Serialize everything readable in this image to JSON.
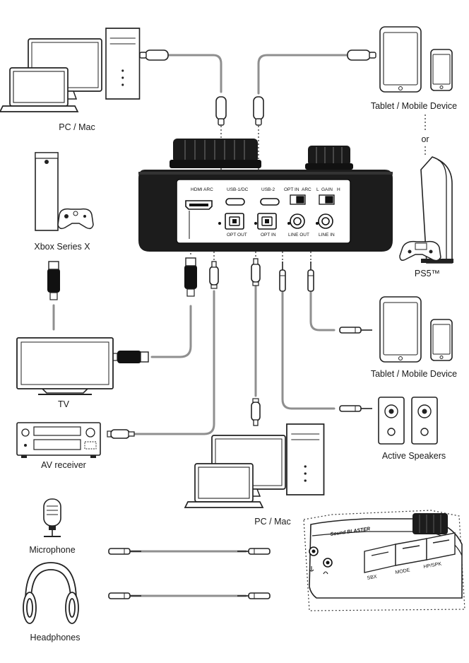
{
  "devices": {
    "pc_mac_top": "PC / Mac",
    "tablet_top": "Tablet / Mobile Device",
    "or_text": "or",
    "ps5": "PS5™",
    "xbox": "Xbox Series X",
    "tablet_mid": "Tablet / Mobile Device",
    "tv": "TV",
    "active_speakers": "Active Speakers",
    "av_receiver": "AV receiver",
    "pc_mac_bottom": "PC / Mac",
    "microphone": "Microphone",
    "headphones": "Headphones"
  },
  "rear_panel": {
    "hdmi_arc": "HDMI ARC",
    "usb1": "USB-1/DC",
    "usb2": "USB-2",
    "opt_in_switch": "OPT IN",
    "arc_switch": "ARC",
    "gain_l": "L",
    "gain": "GAIN",
    "gain_h": "H",
    "opt_out": "OPT OUT",
    "opt_in": "OPT IN",
    "line_out": "LINE OUT",
    "line_in": "LINE IN"
  },
  "front_panel": {
    "brand": "Sound BLASTER",
    "sbx": "SBX",
    "mode": "MODE",
    "hp_spk": "HP/SPK"
  }
}
